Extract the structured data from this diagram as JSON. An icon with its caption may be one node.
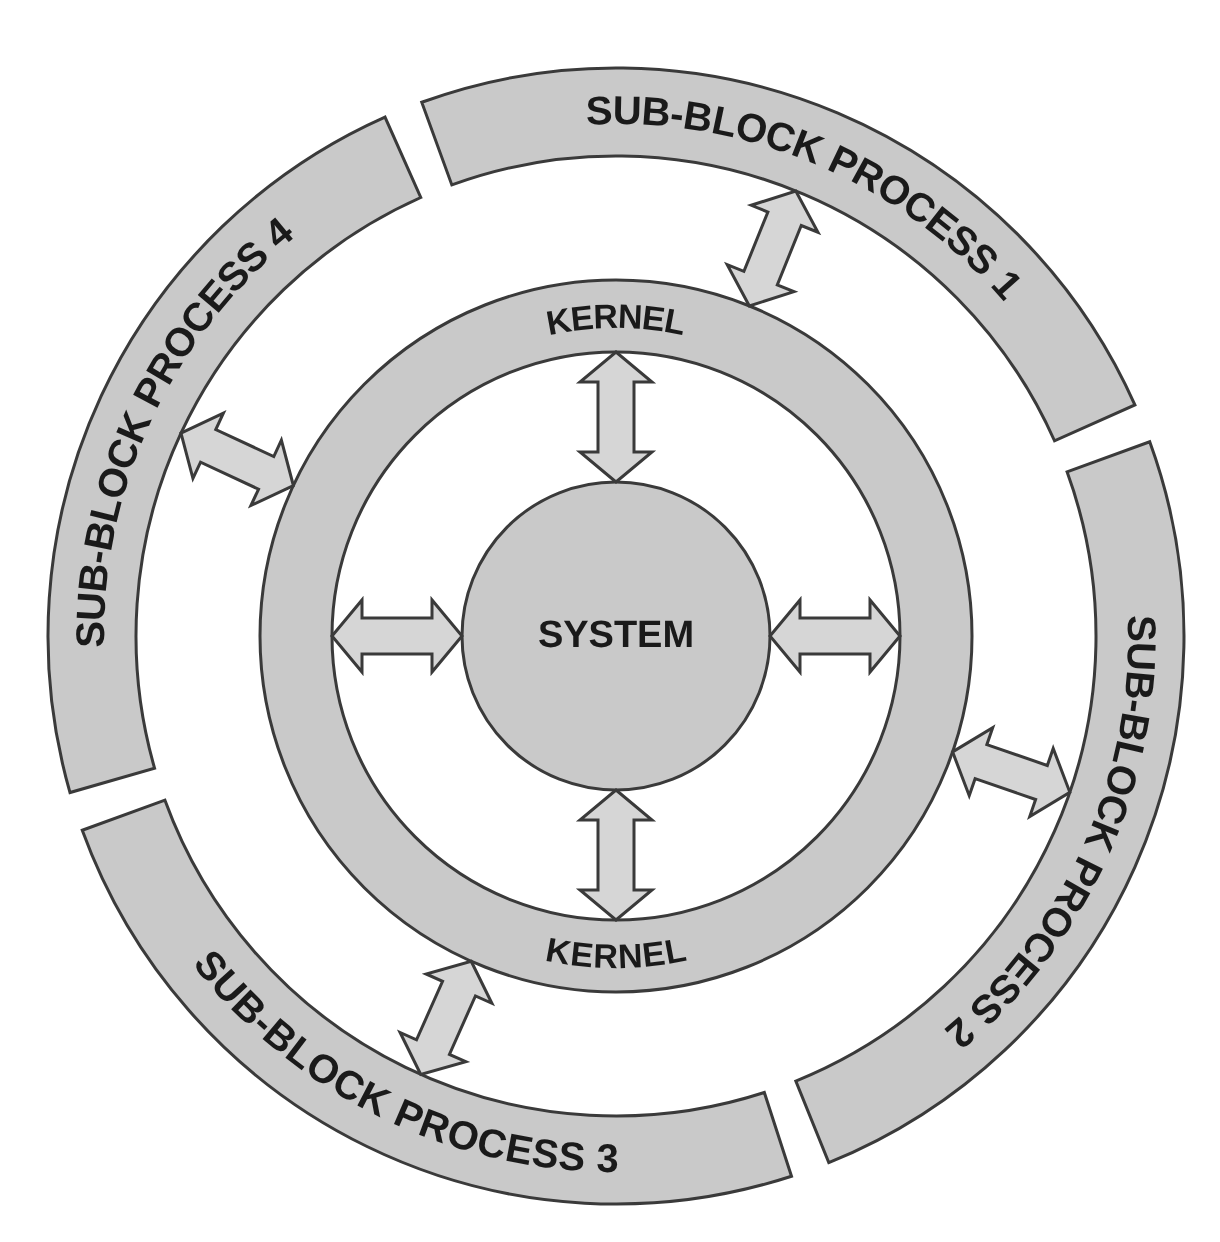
{
  "diagram": {
    "nodes": [
      {
        "text": [
          "SUB-BLOCK PROCESS 1"
        ]
      },
      {
        "text": [
          "SUB-BLOCK PROCESS 2"
        ]
      },
      {
        "text": [
          "SUB-BLOCK PROCESS 3"
        ]
      },
      {
        "text": [
          "SUB-BLOCK PROCESS 4"
        ]
      },
      {
        "text": [
          "KERNEL",
          "KERNEL"
        ]
      },
      {
        "text": [
          "SYSTEM"
        ],
        "in": 4
      }
    ],
    "edges": [
      {
        "from": 5,
        "to": 4,
        "arrow": "both"
      },
      {
        "from": 5,
        "to": 4,
        "arrow": "both"
      },
      {
        "from": 5,
        "to": 4,
        "arrow": "both"
      },
      {
        "from": 5,
        "to": 4,
        "arrow": "both"
      },
      {
        "from": 4,
        "to": 0,
        "arrow": "both"
      },
      {
        "from": 4,
        "to": 1,
        "arrow": "both"
      },
      {
        "from": 4,
        "to": 2,
        "arrow": "both"
      },
      {
        "from": 4,
        "to": 3,
        "arrow": "both"
      }
    ]
  }
}
